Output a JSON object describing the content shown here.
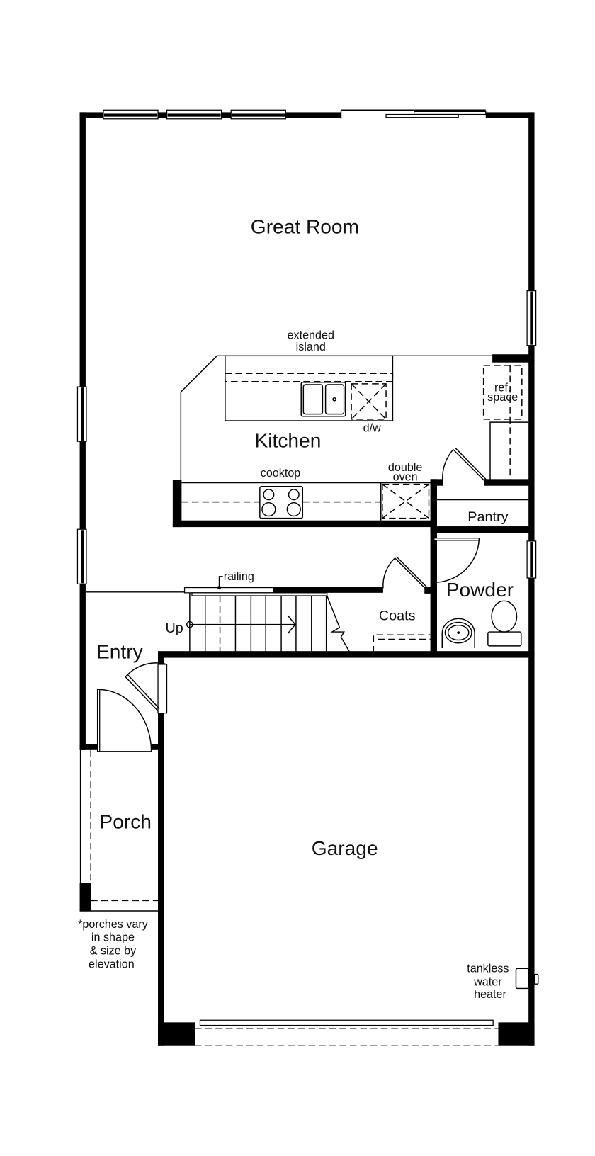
{
  "floorplan": {
    "rooms": {
      "great_room": "Great Room",
      "kitchen": "Kitchen",
      "pantry": "Pantry",
      "powder": "Powder",
      "coats": "Coats",
      "entry": "Entry",
      "porch": "Porch",
      "garage": "Garage"
    },
    "annotations": {
      "extended_island_1": "extended",
      "extended_island_2": "island",
      "ref_space_1": "ref.",
      "ref_space_2": "space",
      "dishwasher": "d/w",
      "cooktop": "cooktop",
      "double_oven_1": "double",
      "double_oven_2": "oven",
      "railing": "railing",
      "stairs_up": "Up",
      "porch_note_1": "*porches vary",
      "porch_note_2": "in shape",
      "porch_note_3": "& size by",
      "porch_note_4": "elevation",
      "water_heater_1": "tankless",
      "water_heater_2": "water",
      "water_heater_3": "heater"
    },
    "colors": {
      "wall": "#000000",
      "background": "#ffffff",
      "text": "#111111"
    }
  }
}
